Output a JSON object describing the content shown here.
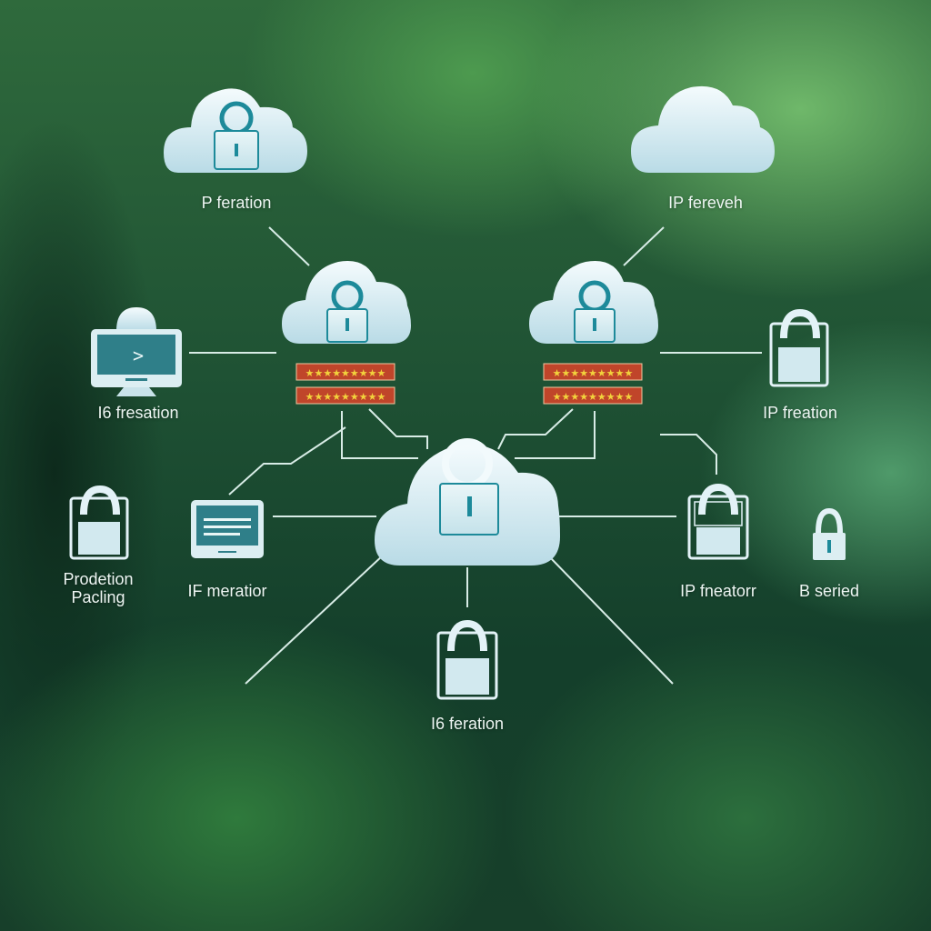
{
  "labels": {
    "top_left_cloud": "P feration",
    "top_right_cloud": "IP fereveh",
    "left_monitor": "I6 fresation",
    "right_lock": "IP freation",
    "far_left_lock_line1": "Prodetion",
    "far_left_lock_line2": "Pacling",
    "left_tablet": "IF meratior",
    "center_right_lock": "IP fneatorr",
    "far_right_lock": "B seried",
    "bottom_lock": "I6 feration"
  },
  "colors": {
    "cloud_fill": "#e3f2f7",
    "line": "#d8ece6",
    "lock_accent": "#1d8a9a",
    "firewall_red": "#c0452a",
    "firewall_star": "#f2d23c",
    "screen": "#2f7f89"
  },
  "icons": [
    "cloud-lock-icon",
    "cloud-icon",
    "monitor-icon",
    "tablet-icon",
    "padlock-icon",
    "firewall-icon"
  ],
  "monitor_prompt": ">"
}
